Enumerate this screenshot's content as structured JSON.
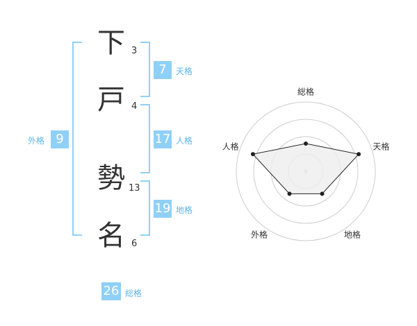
{
  "name": {
    "chars": [
      {
        "char": "下",
        "strokes": "3"
      },
      {
        "char": "戸",
        "strokes": "4"
      },
      {
        "char": "勢",
        "strokes": "13"
      },
      {
        "char": "名",
        "strokes": "6"
      }
    ]
  },
  "fortunes": {
    "tenkaku": {
      "value": "7",
      "label": "天格"
    },
    "jinkaku": {
      "value": "17",
      "label": "人格"
    },
    "chikaku": {
      "value": "19",
      "label": "地格"
    },
    "gaikaku": {
      "value": "9",
      "label": "外格"
    },
    "soukaku": {
      "value": "26",
      "label": "総格"
    }
  },
  "chart_data": {
    "type": "radar",
    "axes": [
      "総格",
      "天格",
      "地格",
      "外格",
      "人格"
    ],
    "values": [
      2,
      4,
      2,
      2,
      4
    ],
    "max": 5,
    "rings": 4,
    "colors": {
      "ring": "#cccccc",
      "fill": "#eeeeee",
      "line": "#222222",
      "point": "#222222"
    }
  },
  "colors": {
    "accent": "#8fd0f7",
    "accent_text": "#5bb6ee",
    "text": "#333333"
  }
}
